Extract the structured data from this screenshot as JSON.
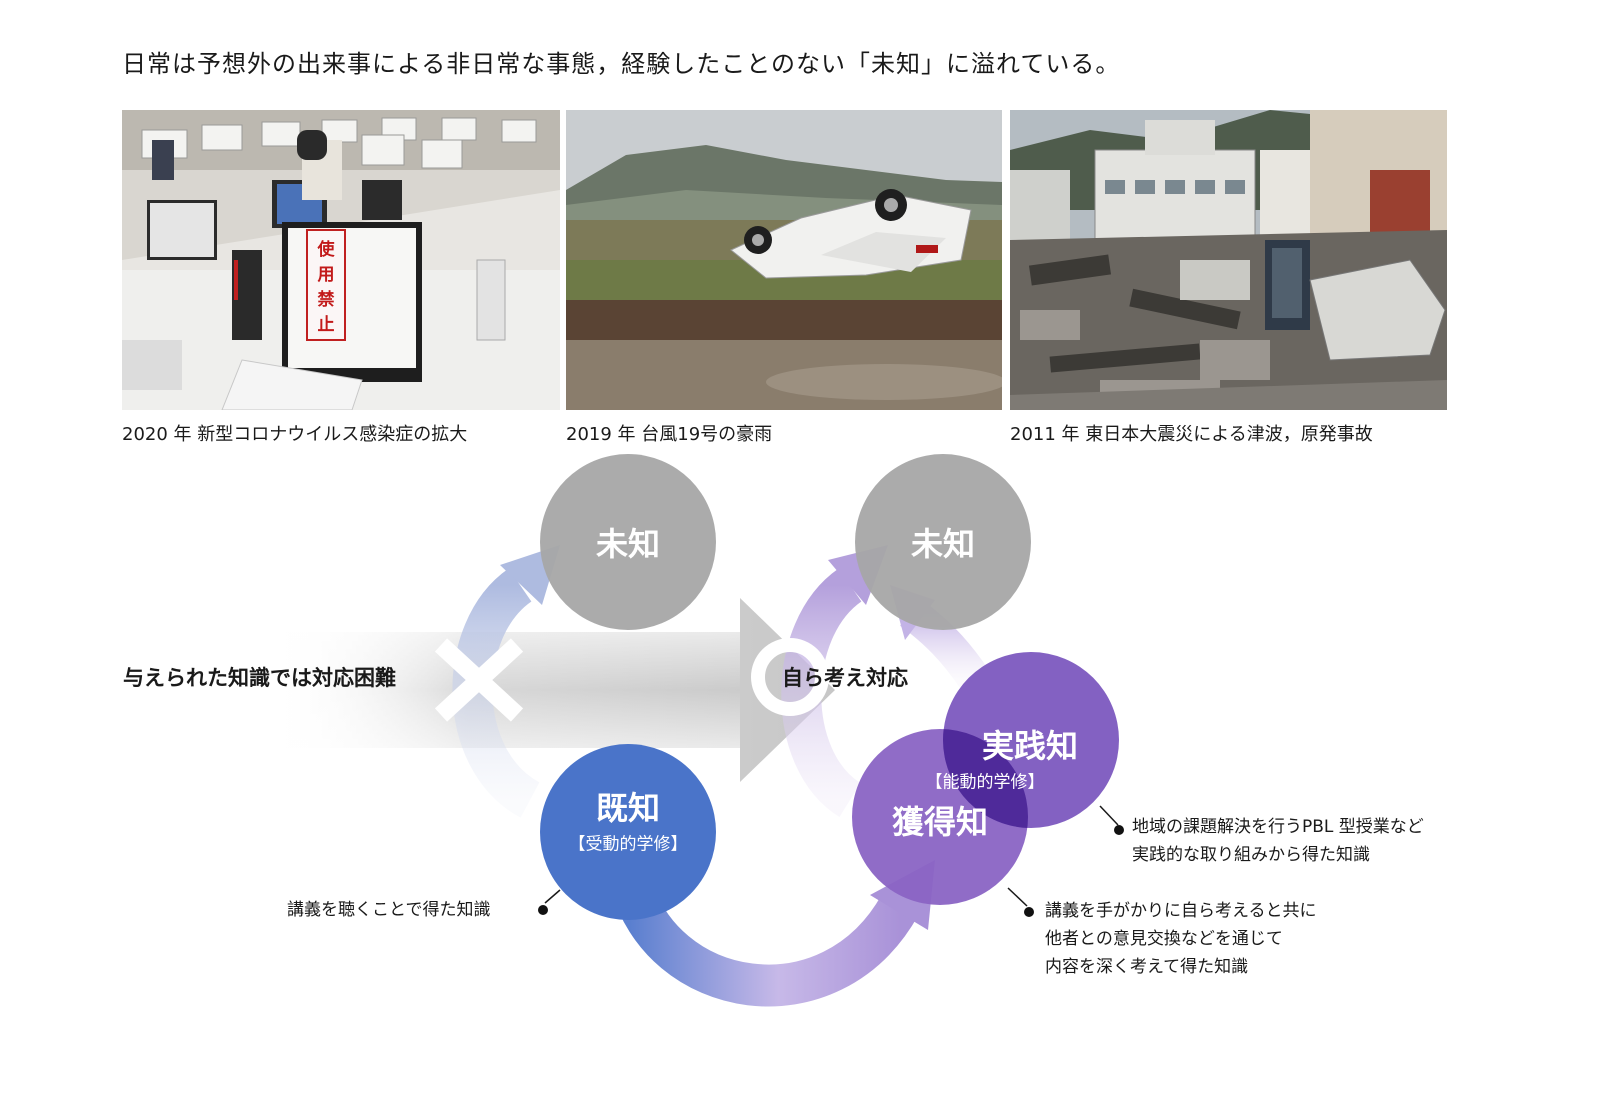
{
  "headline": "日常は予想外の出来事による非日常な事態，経験したことのない「未知」に溢れている。",
  "photos": [
    {
      "caption": "2020 年  新型コロナウイルス感染症の拡大",
      "sign_text": "使用禁止"
    },
    {
      "caption": "2019 年  台風19号の豪雨"
    },
    {
      "caption": "2011 年  東日本大震災による津波，原発事故"
    }
  ],
  "diagram": {
    "unknown_left": "未知",
    "unknown_right": "未知",
    "known": {
      "title": "既知",
      "subtitle": "【受動的学修】"
    },
    "acquired": {
      "title": "獲得知"
    },
    "practical": {
      "title": "実践知",
      "subtitle": "【能動的学修】"
    },
    "left_statement": "与えられた知識では対応困難",
    "right_statement": "自ら考え対応",
    "note_known": [
      "講義を聴くことで得た知識"
    ],
    "note_practical": [
      "地域の課題解決を行うPBL 型授業など",
      "実践的な取り組みから得た知識"
    ],
    "note_acquired": [
      "講義を手がかりに自ら考えると共に",
      "他者との意見交換などを通じて",
      "内容を深く考えて得た知識"
    ]
  },
  "colors": {
    "unknown": "#a6a6a6",
    "known": "#4a74c9",
    "acquired": "#8a64c4",
    "practical": "#7c58bf",
    "overlap": "#4f2a9a"
  },
  "icons": {
    "cross": "cross-mark-icon",
    "circle": "circle-mark-icon"
  }
}
